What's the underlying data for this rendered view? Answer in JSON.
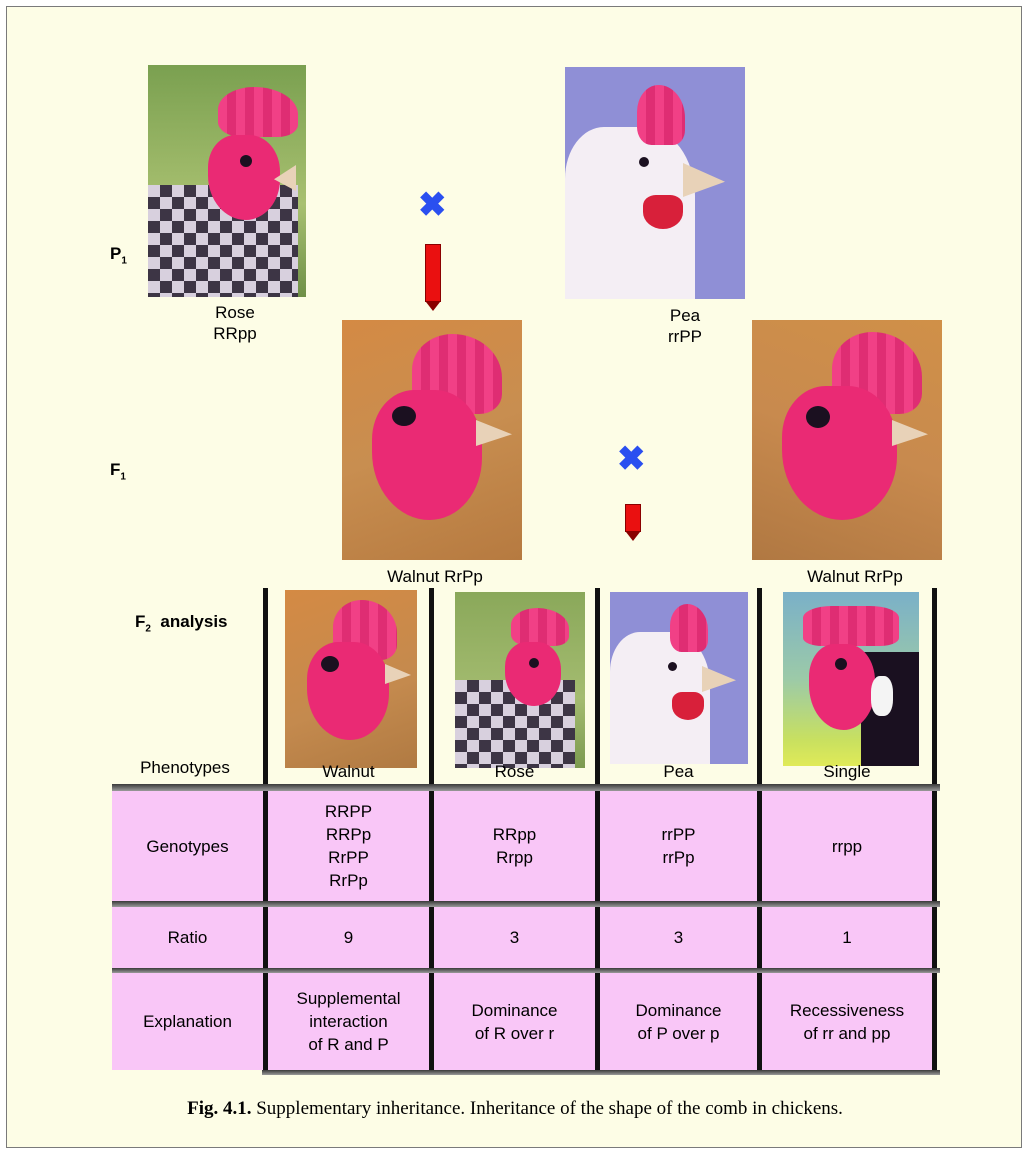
{
  "generations": {
    "p1": "P",
    "p1_sub": "1",
    "f1": "F",
    "f1_sub": "1",
    "f2": "F",
    "f2_sub": "2",
    "f2_suffix": "analysis"
  },
  "parents": [
    {
      "phenotype": "Rose",
      "genotype": "RRpp"
    },
    {
      "phenotype": "Pea",
      "genotype": "rrPP"
    }
  ],
  "f1_offspring": [
    {
      "label": "Walnut RrPp"
    },
    {
      "label": "Walnut RrPp"
    }
  ],
  "cross_symbol": "✖",
  "table": {
    "row_headers": {
      "phenotypes": "Phenotypes",
      "genotypes": "Genotypes",
      "ratio": "Ratio",
      "explanation": "Explanation"
    },
    "columns": [
      {
        "phenotype": "Walnut",
        "genotypes": [
          "RRPP",
          "RRPp",
          "RrPP",
          "RrPp"
        ],
        "ratio": "9",
        "explanation": [
          "Supplemental",
          "interaction",
          "of R and P"
        ]
      },
      {
        "phenotype": "Rose",
        "genotypes": [
          "RRpp",
          "Rrpp"
        ],
        "ratio": "3",
        "explanation": [
          "Dominance",
          "of R over r"
        ]
      },
      {
        "phenotype": "Pea",
        "genotypes": [
          "rrPP",
          "rrPp"
        ],
        "ratio": "3",
        "explanation": [
          "Dominance",
          "of P over p"
        ]
      },
      {
        "phenotype": "Single",
        "genotypes": [
          "rrpp"
        ],
        "ratio": "1",
        "explanation": [
          "Recessiveness",
          "of rr and pp"
        ]
      }
    ]
  },
  "caption": {
    "label": "Fig. 4.1.",
    "text": "Supplementary inheritance. Inheritance of the shape of the comb in chickens."
  },
  "colors": {
    "frame_bg": "#fdfde6",
    "table_cell": "#f9c6f7",
    "comb": "#f0307c",
    "cross": "#2a4ff0",
    "arrow": "#ea1010"
  }
}
